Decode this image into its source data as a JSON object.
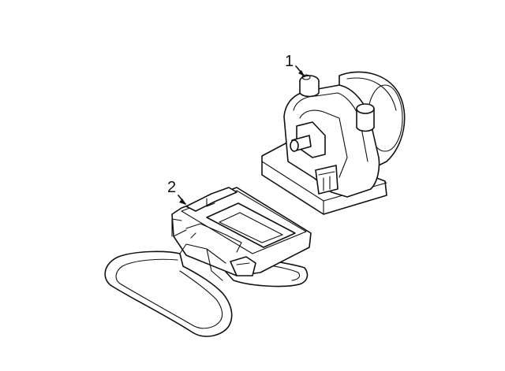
{
  "callouts": [
    {
      "label": "1"
    },
    {
      "label": "2"
    }
  ],
  "parts": [
    {
      "callout": "1",
      "icon": "blower-motor-icon"
    },
    {
      "callout": "2",
      "icon": "air-duct-icon"
    }
  ],
  "colors": {
    "line": "#111111",
    "background": "#ffffff"
  }
}
